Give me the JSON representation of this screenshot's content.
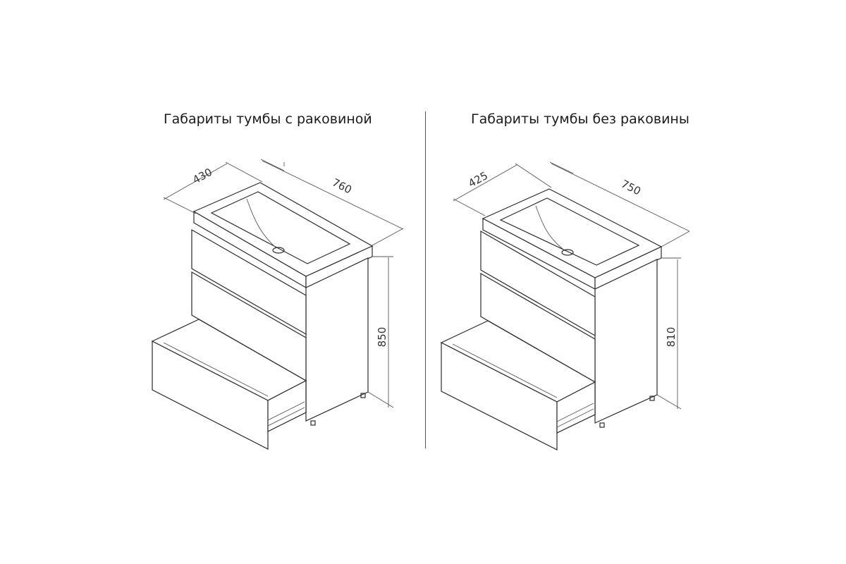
{
  "left": {
    "title": "Габариты тумбы с раковиной",
    "depth": "430",
    "width": "760",
    "height": "850"
  },
  "right": {
    "title": "Габариты тумбы без раковины",
    "depth": "425",
    "width": "750",
    "height": "810"
  },
  "colors": {
    "line": "#2b2b2b",
    "text": "#1a1a1a"
  }
}
